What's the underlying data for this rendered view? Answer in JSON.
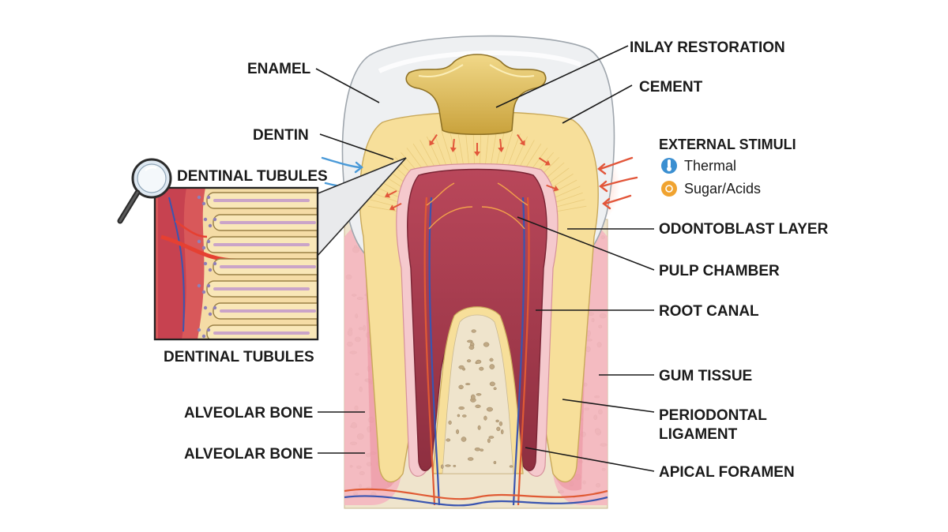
{
  "labels": {
    "enamel": "ENAMEL",
    "dentin": "DENTIN",
    "dentinal_tubules_top": "DENTINAL TUBULES",
    "dentinal_tubules_bottom": "DENTINAL TUBULES",
    "alveolar_bone_1": "ALVEOLAR BONE",
    "alveolar_bone_2": "ALVEOLAR BONE",
    "inlay_restoration": "INLAY RESTORATION",
    "cement": "CEMENT",
    "external_stimuli": "EXTERNAL STIMULI",
    "thermal": "Thermal",
    "sugar_acids": "Sugar/Acids",
    "odontoblast_layer": "ODONTOBLAST LAYER",
    "pulp_chamber": "PULP CHAMBER",
    "root_canal": "ROOT CANAL",
    "gum_tissue": "GUM TISSUE",
    "periodontal_ligament_1": "PERIODONTAL",
    "periodontal_ligament_2": "LIGAMENT",
    "apical_foramen": "APICAL FORAMEN"
  },
  "icons": {
    "thermal": "thermometer-icon",
    "sugar_acids": "candy-icon",
    "magnifier": "magnifying-glass-icon"
  },
  "colors": {
    "enamel": "#eef0f2",
    "dentin": "#f7df9a",
    "pulp": "#a83a4c",
    "gum": "#f2a9b4",
    "bone": "#efe4cc",
    "inlay": "#d7b550",
    "thermal_badge": "#3b8fd1",
    "sugar_badge": "#f0a330",
    "stimulus_arrow": "#e2563a"
  }
}
